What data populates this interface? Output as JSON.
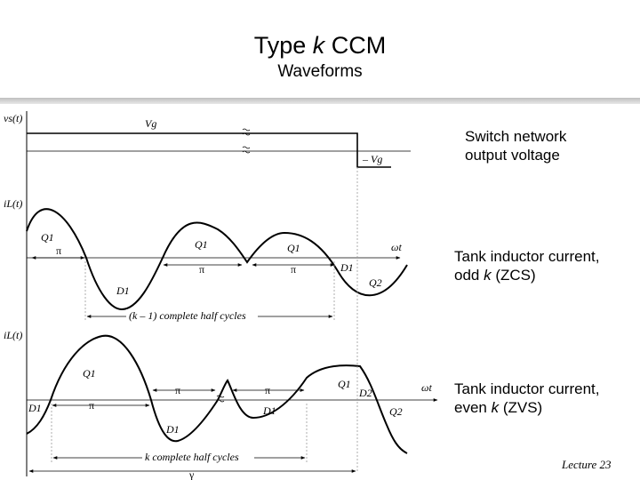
{
  "slide": {
    "title_pre": "Type ",
    "title_k": "k",
    "title_post": " CCM",
    "subtitle": "Waveforms",
    "footer": "Lecture 23"
  },
  "captions": {
    "vs_line1": "Switch network",
    "vs_line2": "output voltage",
    "odd_line1": "Tank inductor current,",
    "odd_pre": "odd ",
    "odd_k": "k",
    "odd_post": " (ZCS)",
    "even_line1": "Tank inductor current,",
    "even_pre": "even ",
    "even_k": "k",
    "even_post": " (ZVS)"
  },
  "plot1": {
    "ylabel": "vs(t)",
    "vg": "Vg",
    "neg_vg": "– Vg"
  },
  "plot2": {
    "ylabel": "iL(t)",
    "axis": "ωt",
    "q1_a": "Q1",
    "q1_b": "Q1",
    "q1_c": "Q1",
    "d1_a": "D1",
    "d1_b": "D1",
    "q2": "Q2",
    "pi_a": "π",
    "pi_b": "π",
    "pi_c": "π",
    "span": "(k – 1) complete half cycles"
  },
  "plot3": {
    "ylabel": "iL(t)",
    "axis": "ωt",
    "q1_a": "Q1",
    "q1_b": "Q1",
    "d1_a": "D1",
    "d1_b": "D1",
    "d1_c": "D1",
    "d2": "D2",
    "q2": "Q2",
    "pi_a": "π",
    "pi_b": "π",
    "pi_c": "π",
    "span": "k complete half cycles",
    "gamma": "γ"
  },
  "colors": {
    "ink": "#000000",
    "guide": "#999999",
    "bar": "#c8c8c8"
  }
}
